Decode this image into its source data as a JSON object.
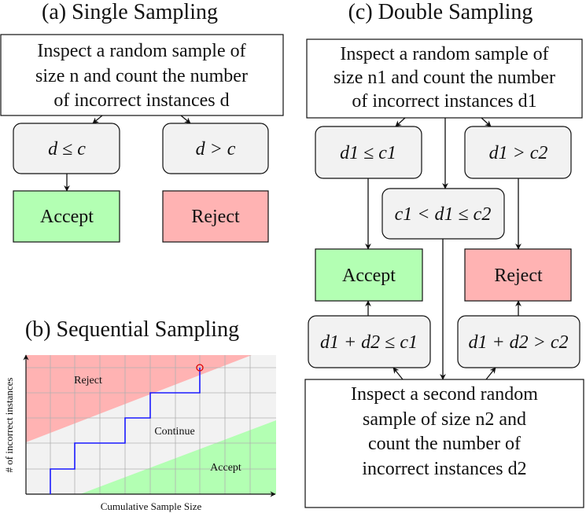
{
  "panel_a": {
    "title": "(a) Single Sampling",
    "inspect_lines": [
      "Inspect a random sample of",
      "size n and count the number",
      "of incorrect instances d"
    ],
    "cond_left": "d ≤ c",
    "cond_right": "d > c",
    "accept": "Accept",
    "reject": "Reject"
  },
  "panel_b": {
    "title": "(b) Sequential Sampling",
    "ylabel": "# of incorrect instances",
    "xlabel": "Cumulative Sample Size",
    "region_reject": "Reject",
    "region_continue": "Continue",
    "region_accept": "Accept"
  },
  "panel_c": {
    "title": "(c) Double Sampling",
    "inspect1_lines": [
      "Inspect a random sample of",
      "size n1 and count the number",
      "of incorrect instances d1"
    ],
    "cond_left": "d1 ≤ c1",
    "cond_right": "d1 > c2",
    "cond_mid": "c1 < d1 ≤ c2",
    "accept": "Accept",
    "reject": "Reject",
    "cond2_left": "d1 + d2 ≤ c1",
    "cond2_right": "d1 + d2 > c2",
    "inspect2_lines": [
      "Inspect a second random",
      "sample of size n2 and",
      "count the number of",
      "incorrect instances d2"
    ]
  },
  "colors": {
    "accept_fill": "#b3ffb3",
    "reject_fill": "#ffb3b3",
    "cond_fill": "#f2f2f2",
    "path": "#1a1aff",
    "marker": "#e00000"
  }
}
